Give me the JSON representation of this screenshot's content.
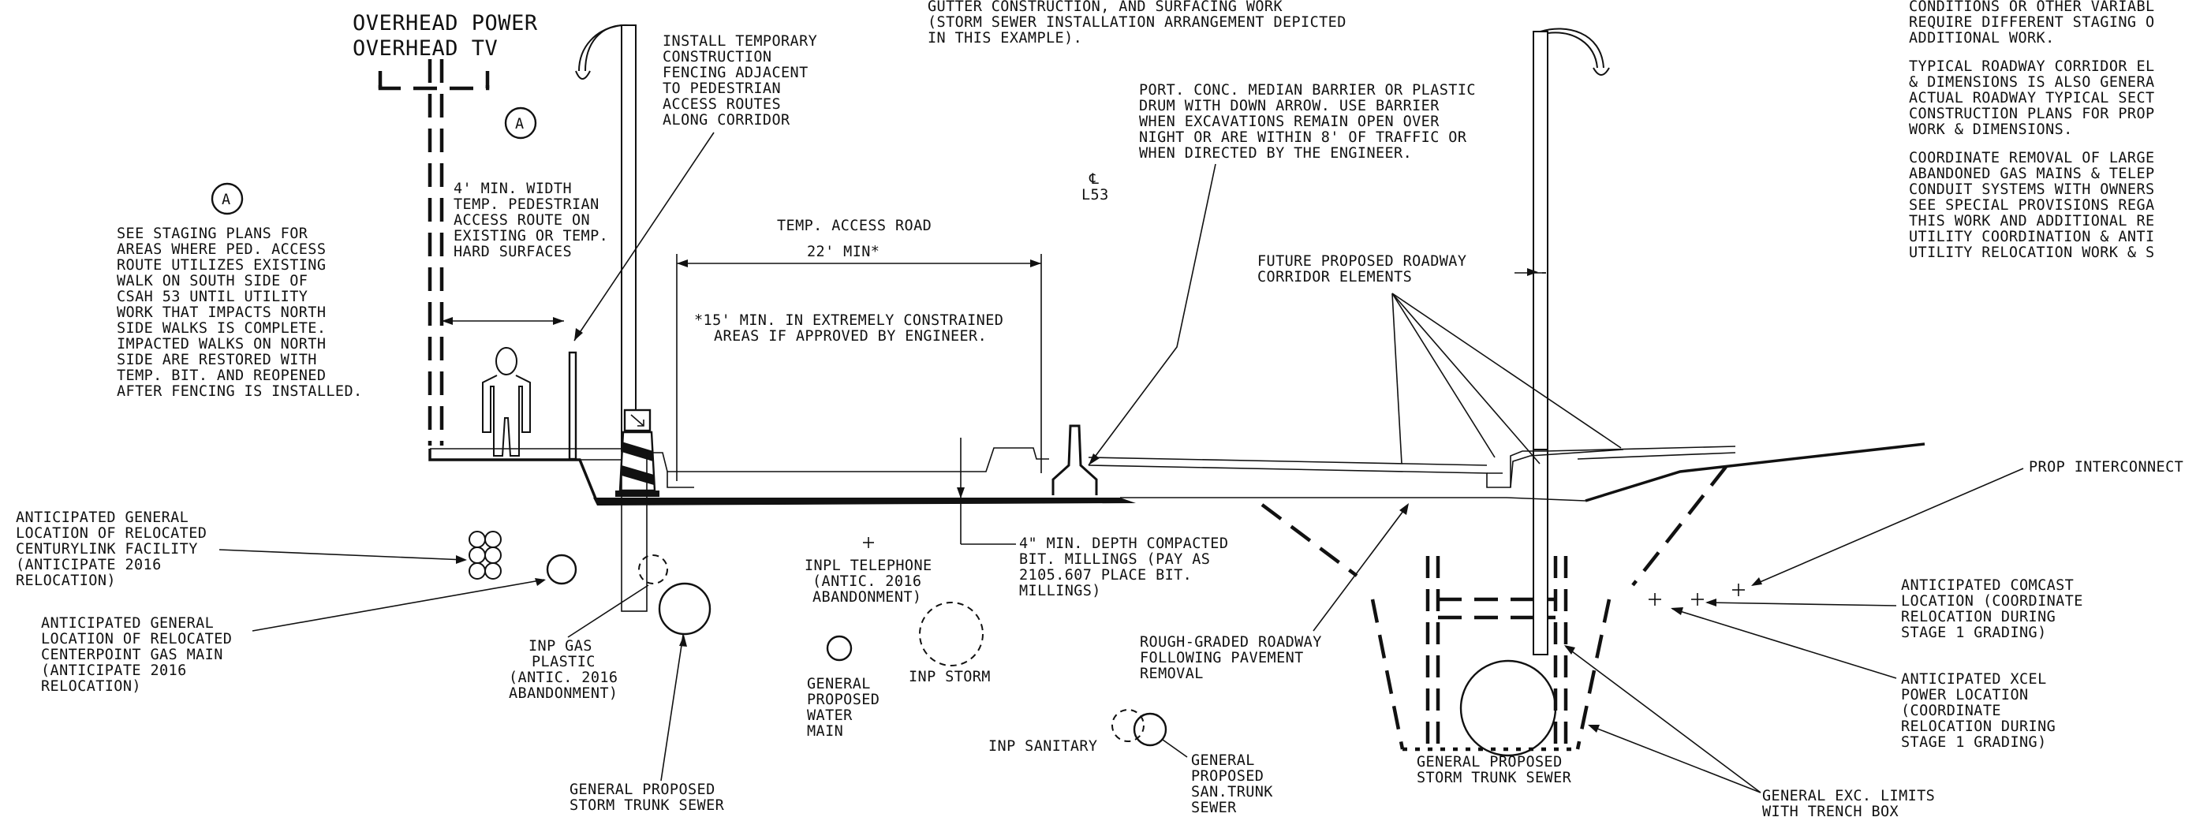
{
  "labels": {
    "overhead_power": "OVERHEAD POWER",
    "overhead_tv": "OVERHEAD TV",
    "marker_a": "A",
    "top_note": [
      "GUTTER CONSTRUCTION, AND SURFACING WORK",
      "(STORM SEWER INSTALLATION ARRANGEMENT DEPICTED",
      "IN THIS EXAMPLE)."
    ],
    "right_note_1": [
      "CONDITIONS OR OTHER VARIABL",
      "REQUIRE DIFFERENT STAGING O",
      "ADDITIONAL WORK."
    ],
    "right_note_2": [
      "TYPICAL ROADWAY CORRIDOR EL",
      "& DIMENSIONS IS ALSO GENERA",
      "ACTUAL ROADWAY TYPICAL SECT",
      "CONSTRUCTION PLANS FOR PROP",
      "WORK & DIMENSIONS."
    ],
    "right_note_3": [
      "COORDINATE REMOVAL OF LARGE",
      "ABANDONED GAS MAINS & TELEP",
      "CONDUIT SYSTEMS WITH OWNERS",
      "SEE SPECIAL PROVISIONS REGA",
      "THIS WORK AND ADDITIONAL RE",
      "UTILITY COORDINATION & ANTI",
      "UTILITY RELOCATION WORK & S"
    ],
    "staging_note": [
      "SEE STAGING PLANS FOR",
      "AREAS WHERE PED. ACCESS",
      "ROUTE UTILIZES EXISTING",
      "WALK ON SOUTH SIDE OF",
      "CSAH 53 UNTIL UTILITY",
      "WORK THAT IMPACTS NORTH",
      "SIDE WALKS IS COMPLETE.",
      "IMPACTED WALKS ON NORTH",
      "SIDE ARE RESTORED WITH",
      "TEMP. BIT. AND REOPENED",
      "AFTER FENCING IS INSTALLED."
    ],
    "ped_route": [
      "4' MIN. WIDTH",
      "TEMP. PEDESTRIAN",
      "ACCESS ROUTE ON",
      "EXISTING OR TEMP.",
      "HARD SURFACES"
    ],
    "fencing": [
      "INSTALL TEMPORARY",
      "CONSTRUCTION",
      "FENCING ADJACENT",
      "TO PEDESTRIAN",
      "ACCESS ROUTES",
      "ALONG CORRIDOR"
    ],
    "temp_access_road": "TEMP. ACCESS ROAD",
    "min_width": "22' MIN*",
    "constrained_note": [
      "*15' MIN. IN EXTREMELY CONSTRAINED",
      "AREAS IF APPROVED BY ENGINEER."
    ],
    "centerline_symbol": "℄",
    "centerline": "L53",
    "barrier_note": [
      "PORT. CONC. MEDIAN BARRIER OR PLASTIC",
      "DRUM WITH DOWN ARROW. USE BARRIER",
      "WHEN EXCAVATIONS REMAIN OPEN OVER",
      "NIGHT OR ARE WITHIN 8' OF TRAFFIC OR",
      "WHEN DIRECTED BY THE ENGINEER."
    ],
    "future_elements": [
      "FUTURE PROPOSED ROADWAY",
      "CORRIDOR ELEMENTS"
    ],
    "prop_interconnect": "PROP INTERCONNECT",
    "centurylink": [
      "ANTICIPATED GENERAL",
      "LOCATION OF RELOCATED",
      "CENTURYLINK FACILITY",
      "(ANTICIPATE 2016",
      "RELOCATION)"
    ],
    "centerpoint": [
      "ANTICIPATED GENERAL",
      "LOCATION OF RELOCATED",
      "CENTERPOINT GAS MAIN",
      "(ANTICIPATE 2016",
      "RELOCATION)"
    ],
    "inp_gas": [
      "INP GAS",
      "PLASTIC",
      "(ANTIC. 2016",
      "ABANDONMENT)"
    ],
    "storm_trunk_left": [
      "GENERAL PROPOSED",
      "STORM TRUNK SEWER"
    ],
    "inpl_telephone": [
      "INPL TELEPHONE",
      "(ANTIC. 2016",
      "ABANDONMENT)"
    ],
    "millings": [
      "4\" MIN. DEPTH COMPACTED",
      "BIT. MILLINGS (PAY AS",
      "2105.607 PLACE BIT.",
      "MILLINGS)"
    ],
    "water_main": [
      "GENERAL",
      "PROPOSED",
      "WATER",
      "MAIN"
    ],
    "inp_storm": "INP STORM",
    "inp_sanitary": "INP SANITARY",
    "san_trunk": [
      "GENERAL",
      "PROPOSED",
      "SAN.TRUNK",
      "SEWER"
    ],
    "rough_graded": [
      "ROUGH-GRADED ROADWAY",
      "FOLLOWING PAVEMENT",
      "REMOVAL"
    ],
    "storm_trunk_right": [
      "GENERAL PROPOSED",
      "STORM TRUNK SEWER"
    ],
    "comcast": [
      "ANTICIPATED COMCAST",
      "LOCATION (COORDINATE",
      "RELOCATION DURING",
      "STAGE 1 GRADING)"
    ],
    "xcel": [
      "ANTICIPATED XCEL",
      "POWER LOCATION",
      "(COORDINATE",
      "RELOCATION DURING",
      "STAGE 1 GRADING)"
    ],
    "exc_limits": [
      "GENERAL EXC. LIMITS",
      "WITH TRENCH BOX"
    ]
  },
  "colors": {
    "ink": "#111111",
    "paper": "#ffffff"
  }
}
